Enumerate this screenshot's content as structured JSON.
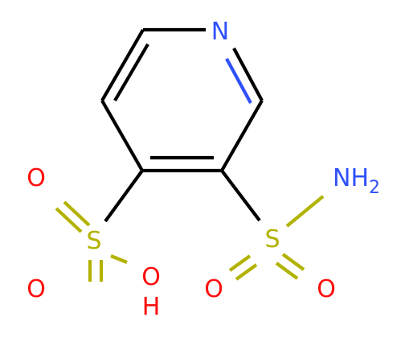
{
  "molecule": {
    "colors": {
      "bond": "#000000",
      "nitrogen": "#3050F8",
      "oxygen": "#FF0D0D",
      "sulfur": "#B2B200"
    },
    "atoms": {
      "n1": {
        "symbol": "N"
      },
      "s_sulfonamide": {
        "symbol": "S"
      },
      "o_sulfonamide": {
        "symbol": "O"
      },
      "o_sulfonamide_2": {
        "symbol": "O"
      },
      "nh2": {
        "symbol": "NH",
        "subscript": "2"
      },
      "s_sulfonic": {
        "symbol": "S"
      },
      "o_sulfonic_top": {
        "symbol": "O"
      },
      "o_sulfonic_bottom": {
        "symbol": "O"
      },
      "oh_o": {
        "symbol": "O"
      },
      "oh_h": {
        "symbol": "H"
      }
    }
  }
}
